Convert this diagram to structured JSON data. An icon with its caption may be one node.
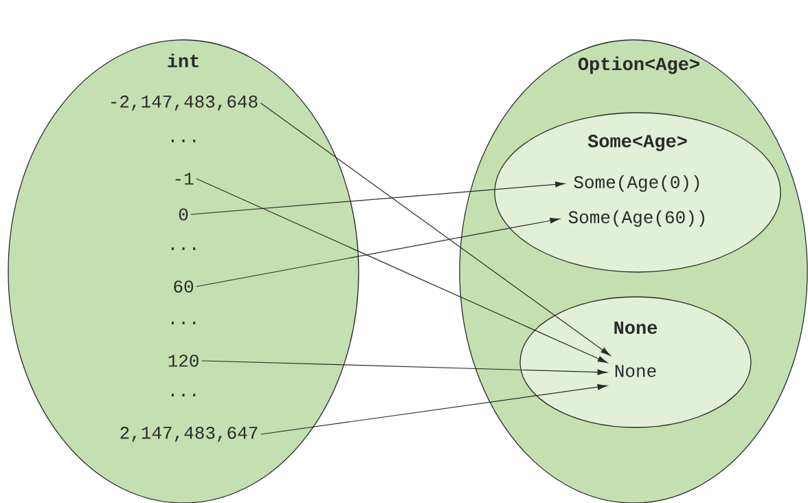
{
  "diagram": {
    "nodes": [
      {
        "text": [
          "int"
        ]
      },
      {
        "text": [
          "Option<Age>"
        ]
      },
      {
        "text": [
          "Some<Age>"
        ],
        "in": 1
      },
      {
        "text": [
          "None"
        ],
        "in": 1
      },
      {
        "text": [
          "-2,147,483,648"
        ],
        "in": 0
      },
      {
        "text": [
          "-1"
        ],
        "in": 0
      },
      {
        "text": [
          "0"
        ],
        "in": 0
      },
      {
        "text": [
          "60"
        ],
        "in": 0
      },
      {
        "text": [
          "120"
        ],
        "in": 0
      },
      {
        "text": [
          "2,147,483,647"
        ],
        "in": 0
      },
      {
        "text": [
          "Some(Age(0))"
        ],
        "in": 2
      },
      {
        "text": [
          "Some(Age(60))"
        ],
        "in": 2
      },
      {
        "text": [
          "None"
        ],
        "in": 3
      }
    ],
    "edges": [
      {
        "from": 4,
        "to": 12,
        "arrow": "to"
      },
      {
        "from": 5,
        "to": 12,
        "arrow": "to"
      },
      {
        "from": 6,
        "to": 10,
        "arrow": "to"
      },
      {
        "from": 7,
        "to": 11,
        "arrow": "to"
      },
      {
        "from": 8,
        "to": 12,
        "arrow": "to"
      },
      {
        "from": 9,
        "to": 12,
        "arrow": "to"
      }
    ],
    "labels": [
      "...",
      "...",
      "...",
      "..."
    ]
  }
}
